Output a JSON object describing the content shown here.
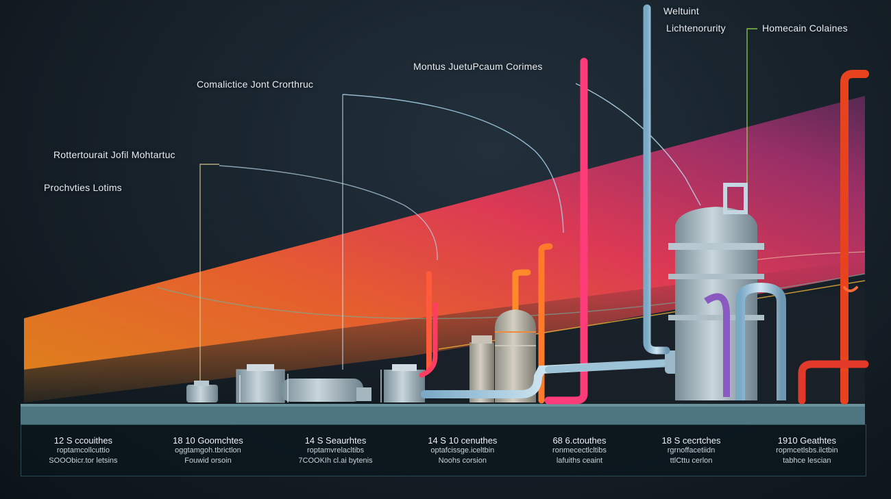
{
  "labels": {
    "weltuint": "Weltuint",
    "lichterority": "Lichtenorurity",
    "homecain": "Homecain Colaines",
    "montus": "Montus JuetuPcaum Corimes",
    "comalictice": "Comalictice Jont Crorthruc",
    "rottertouralt": "Rottertourait Jofil Mohtartuc",
    "proclwties": "Prochvties Lotims"
  },
  "stats": [
    {
      "head": "12 S ccouithes",
      "line1": "roptamcollcuttio",
      "line2": "SOOObicr.tor letsins"
    },
    {
      "head": "18 10 Goomchtes",
      "line1": "oggtamgoh.tbrictlon",
      "line2": "Fouwid orsoin"
    },
    {
      "head": "14 S Seaurhtes",
      "line1": "roptamvrelacltibs",
      "line2": "7COOKIh cl.ai bytenis"
    },
    {
      "head": "14 S 10 cenuthes",
      "line1": "optafcissge.iceltbin",
      "line2": "Noohs corsion"
    },
    {
      "head": "68 6.ctouthes",
      "line1": "ronmecectlcltibs",
      "line2": "lafuiths ceaint"
    },
    {
      "head": "18 S cecrtches",
      "line1": "rgrnoffacetiidn",
      "line2": "ttlCttu cerlon"
    },
    {
      "head": "1910 Geathtes",
      "line1": "ropmcetlsbs.ilctbin",
      "line2": "tabhce lescian"
    }
  ]
}
